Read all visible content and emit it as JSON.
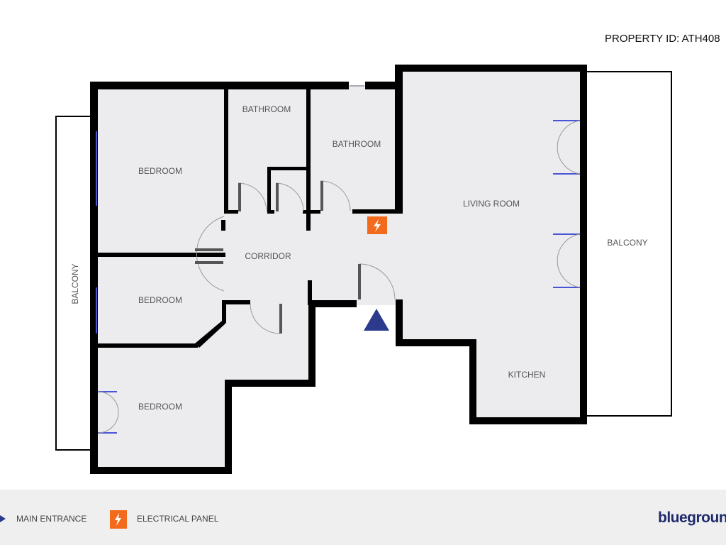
{
  "header": {
    "property_id": "PROPERTY ID: ATH408"
  },
  "rooms": {
    "bedroom_1": "BEDROOM",
    "bedroom_2": "BEDROOM",
    "bedroom_3": "BEDROOM",
    "bathroom_1": "BATHROOM",
    "bathroom_2": "BATHROOM",
    "corridor": "CORRIDOR",
    "living_room": "LIVING ROOM",
    "kitchen": "KITCHEN",
    "balcony_left": "BALCONY",
    "balcony_right": "BALCONY"
  },
  "legend": {
    "main_entrance": "MAIN ENTRANCE",
    "electrical_panel": "ELECTRICAL PANEL"
  },
  "brand": {
    "logo": "blueground"
  },
  "colors": {
    "wall": "#000000",
    "floor": "#ececef",
    "window": "#4a55d6",
    "entrance": "#2b3a8c",
    "electrical": "#f26a1b",
    "footer": "#efefef",
    "logo": "#1f2a6b"
  },
  "icons": {
    "entrance": "triangle-icon",
    "electrical": "lightning-bolt-icon"
  }
}
